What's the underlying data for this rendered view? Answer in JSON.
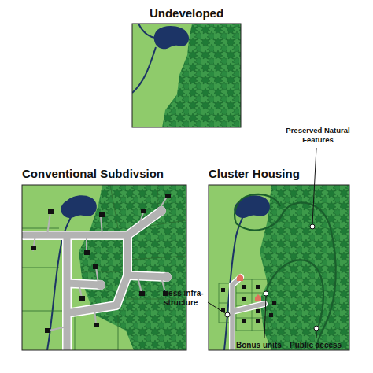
{
  "diagram": {
    "nodes": [
      {
        "text": [
          "Undeveloped"
        ]
      },
      {
        "text": [
          "Conventional Subdivsion"
        ]
      },
      {
        "text": [
          "Cluster Housing"
        ]
      }
    ],
    "labels": [
      "Preserved Natural Features",
      "Less infra- structure",
      "Bonus units",
      "Public access"
    ]
  }
}
